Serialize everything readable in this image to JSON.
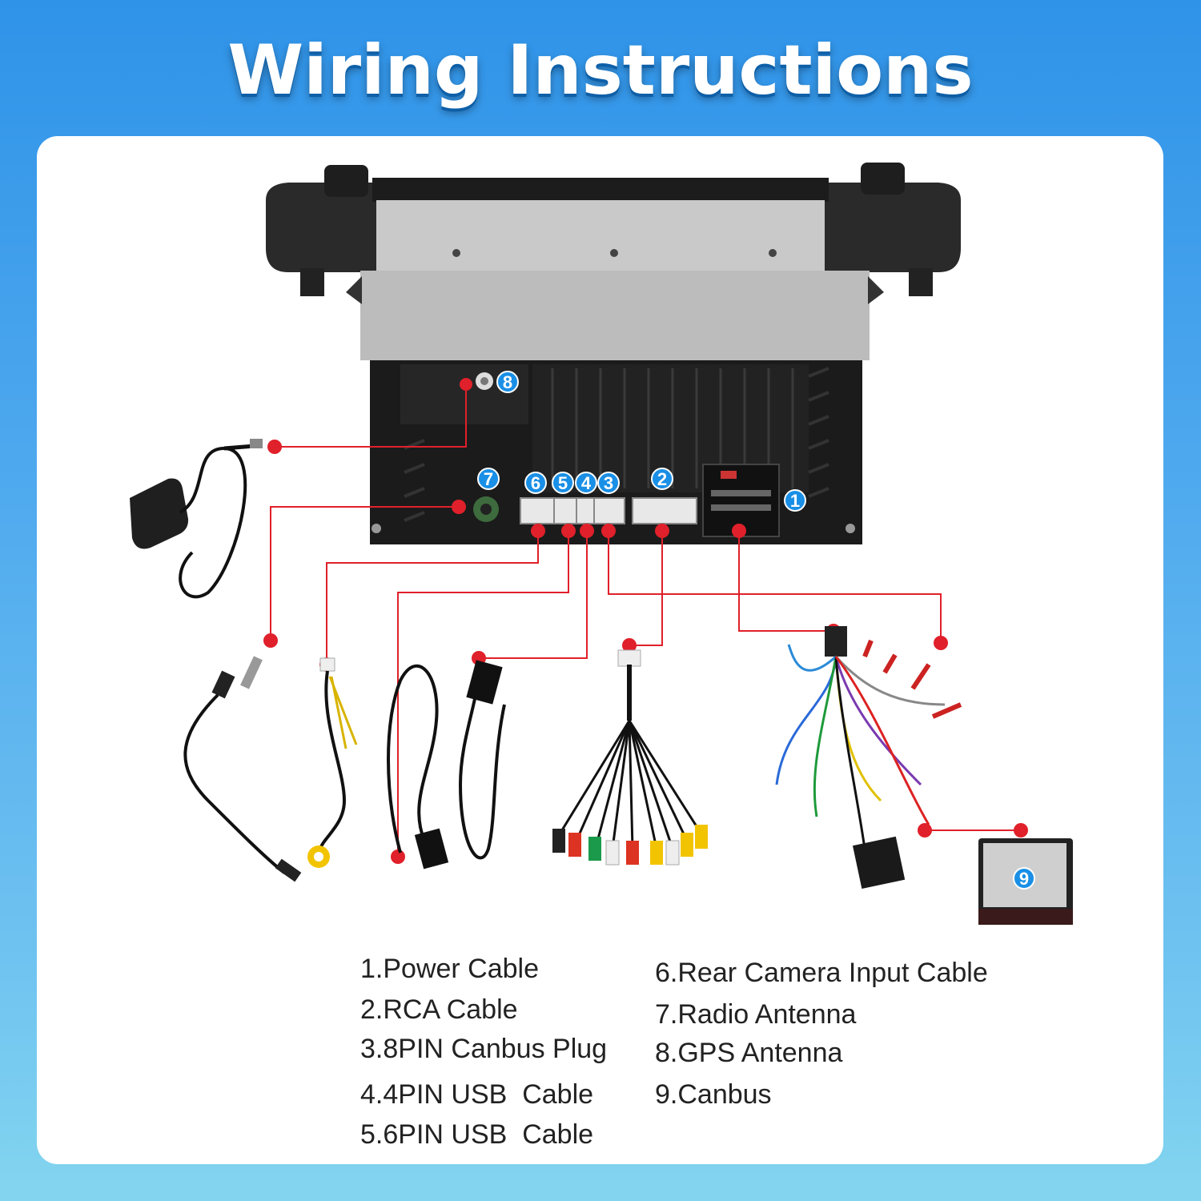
{
  "title": "Wiring Instructions",
  "colors": {
    "badge": "#1a8fe6",
    "wire": "#e0202a",
    "title": "#ffffff"
  },
  "badges": [
    "1",
    "2",
    "3",
    "4",
    "5",
    "6",
    "7",
    "8",
    "9"
  ],
  "legend": {
    "left": [
      "1.Power Cable",
      "2.RCA Cable",
      "3.8PIN Canbus Plug",
      "4.4PIN USB  Cable",
      "5.6PIN USB  Cable"
    ],
    "right": [
      "6.Rear Camera Input Cable",
      "7.Radio Antenna",
      "8.GPS Antenna",
      "9.Canbus"
    ]
  }
}
